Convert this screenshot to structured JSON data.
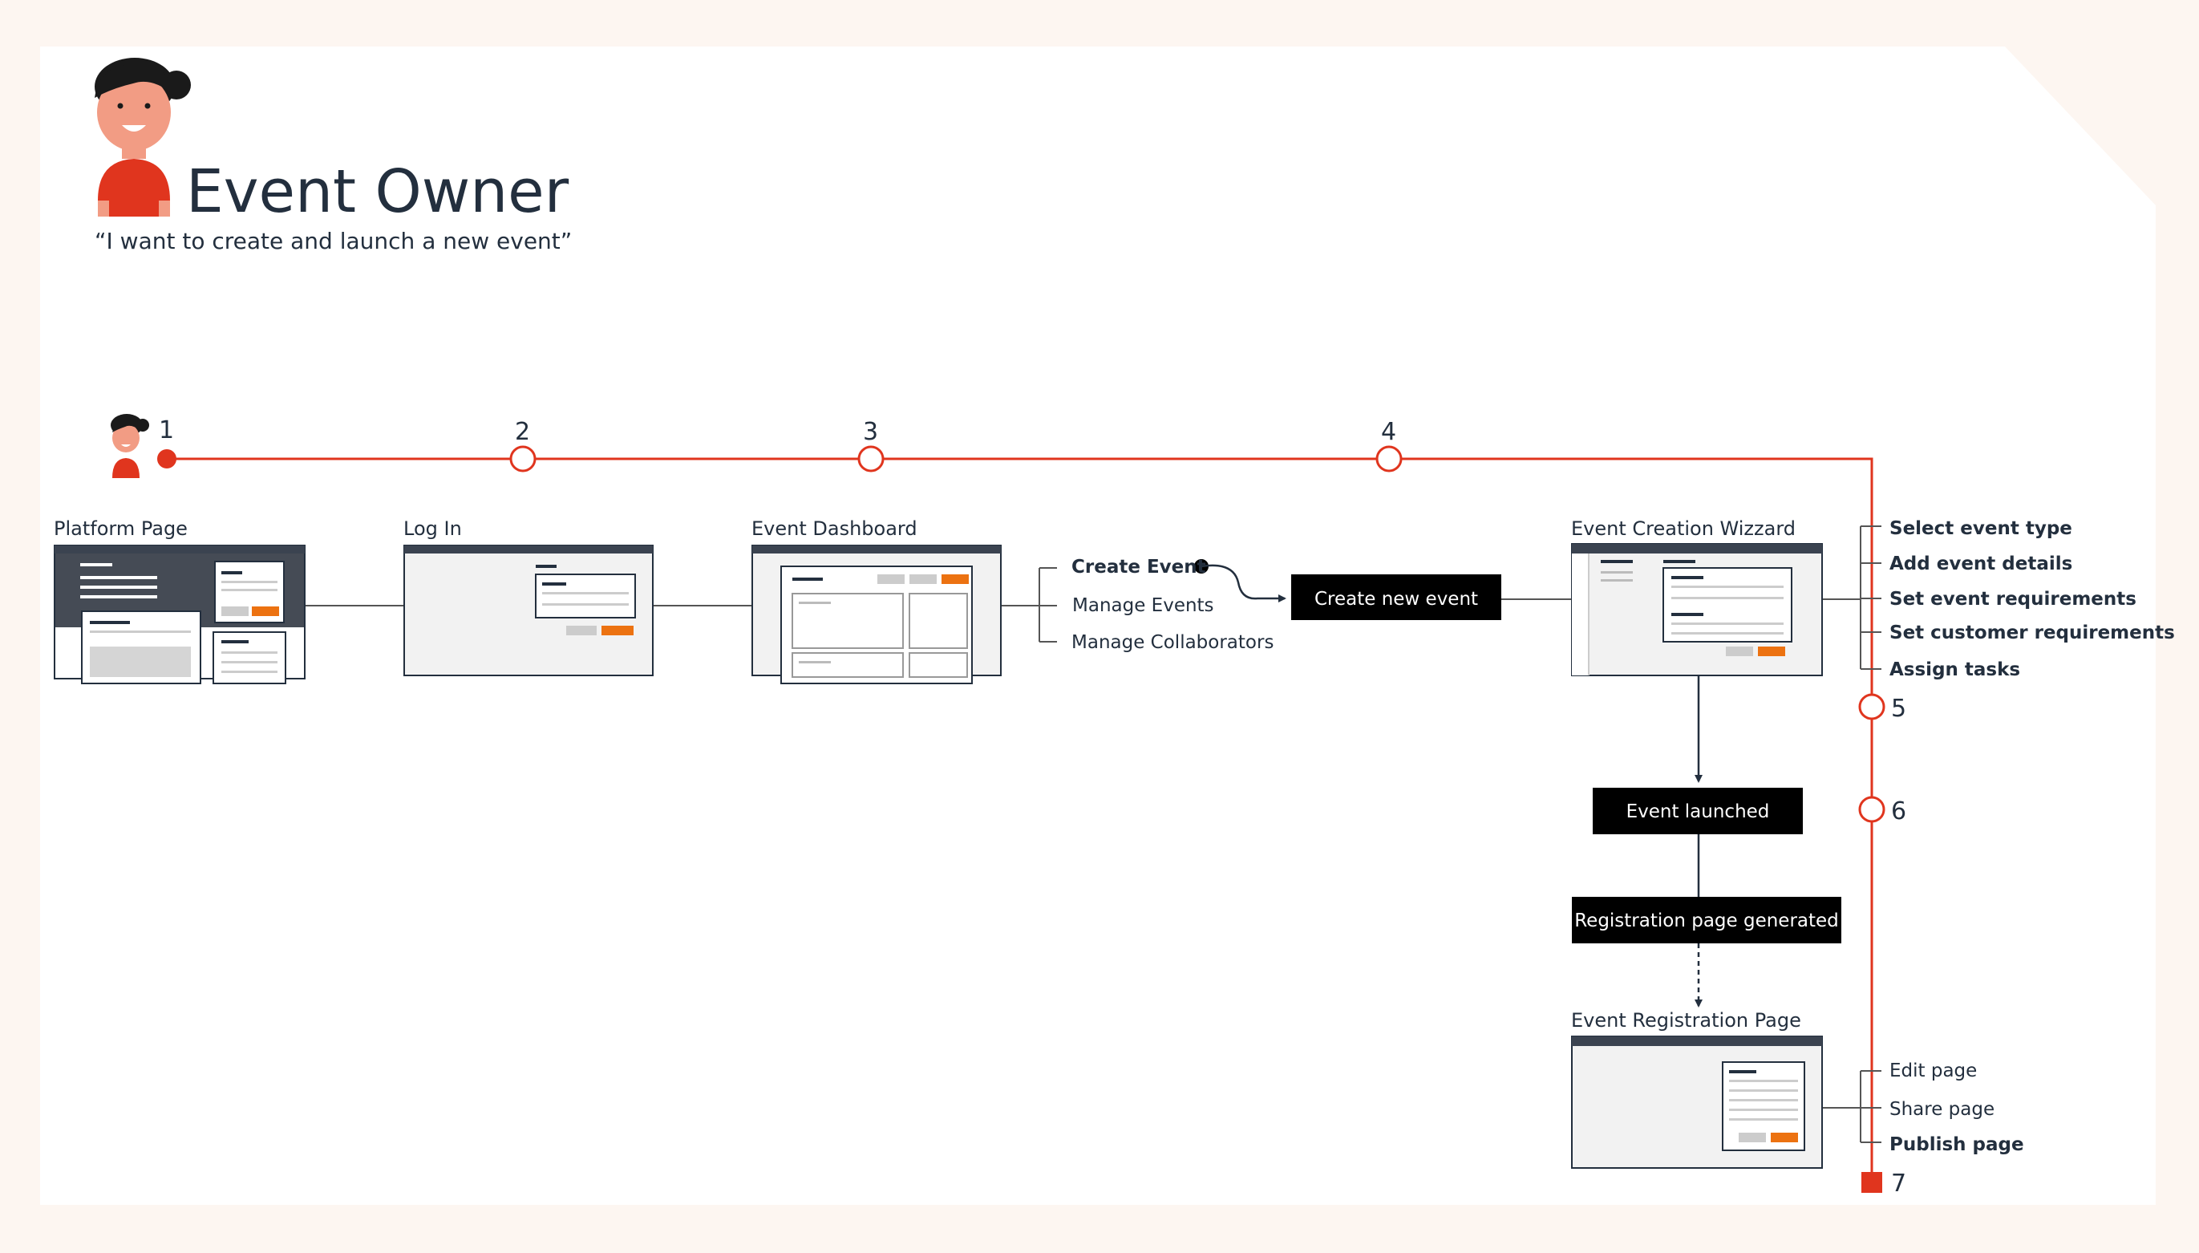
{
  "persona": {
    "title": "Event Owner",
    "quote": "“I want to create and launch a new event”"
  },
  "colors": {
    "accent": "#e0351e",
    "orange": "#ec7211",
    "dark": "#232f3e",
    "box": "#000000",
    "page_bg": "#fdf6f1"
  },
  "steps": {
    "s1": "1",
    "s2": "2",
    "s3": "3",
    "s4": "4",
    "s5": "5",
    "s6": "6",
    "s7": "7"
  },
  "screens": {
    "platform": "Platform Page",
    "login": "Log In",
    "dashboard": "Event Dashboard",
    "wizard": "Event Creation Wizzard",
    "registration": "Event Registration Page"
  },
  "dashboard_menu": {
    "create": "Create Event",
    "manage": "Manage Events",
    "collab": "Manage Collaborators"
  },
  "actions": {
    "create_new": "Create new event",
    "launched": "Event launched",
    "reg_generated": "Registration page generated"
  },
  "wizard_steps": {
    "a": "Select event type",
    "b": "Add event details",
    "c": "Set event requirements",
    "d": "Set customer requirements",
    "e": "Assign tasks"
  },
  "page_actions": {
    "edit": "Edit page",
    "share": "Share page",
    "publish": "Publish page"
  }
}
